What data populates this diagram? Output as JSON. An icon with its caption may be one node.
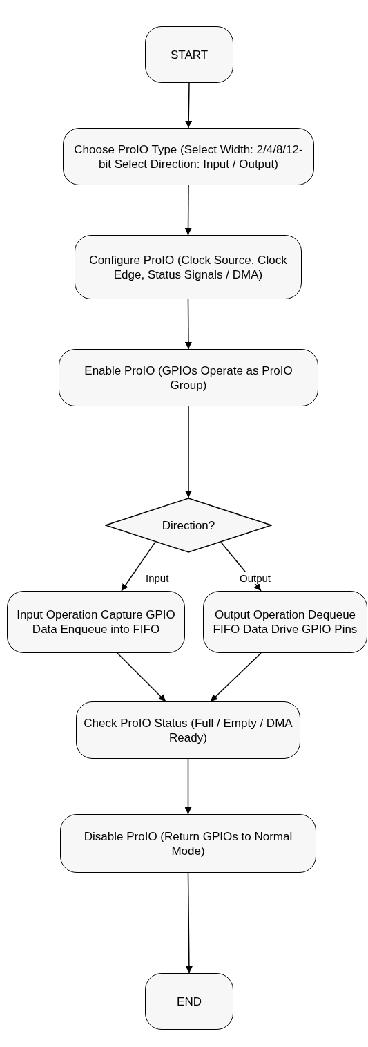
{
  "diagram": {
    "nodes": [
      {
        "text": [
          "START"
        ]
      },
      {
        "text": [
          "Choose ProIO Type (Select Width: 2/4/8/12-bit Select Direction: Input / Output)"
        ]
      },
      {
        "text": [
          "Configure ProIO (Clock Source, Clock Edge, Status Signals / DMA)"
        ]
      },
      {
        "text": [
          "Enable ProIO (GPIOs Operate as ProIO Group)"
        ]
      },
      {
        "text": [
          "Direction?"
        ]
      },
      {
        "text": [
          "Input Operation Capture GPIO Data Enqueue into FIFO"
        ]
      },
      {
        "text": [
          "Output Operation Dequeue FIFO Data Drive GPIO Pins"
        ]
      },
      {
        "text": [
          "Check ProIO Status (Full / Empty / DMA Ready)"
        ]
      },
      {
        "text": [
          "Disable ProIO (Return GPIOs to Normal Mode)"
        ]
      },
      {
        "text": [
          "END"
        ]
      }
    ],
    "edges": [
      {
        "from": 0,
        "to": 1,
        "arrow": "to"
      },
      {
        "from": 1,
        "to": 2,
        "arrow": "to"
      },
      {
        "from": 2,
        "to": 3,
        "arrow": "to"
      },
      {
        "from": 3,
        "to": 4,
        "arrow": "to"
      },
      {
        "from": 4,
        "to": 5,
        "arrow": "to",
        "label": "Input"
      },
      {
        "from": 4,
        "to": 6,
        "arrow": "to",
        "label": "Output"
      },
      {
        "from": 5,
        "to": 7,
        "arrow": "to"
      },
      {
        "from": 6,
        "to": 7,
        "arrow": "to"
      },
      {
        "from": 7,
        "to": 8,
        "arrow": "to"
      },
      {
        "from": 8,
        "to": 9,
        "arrow": "to"
      }
    ]
  }
}
